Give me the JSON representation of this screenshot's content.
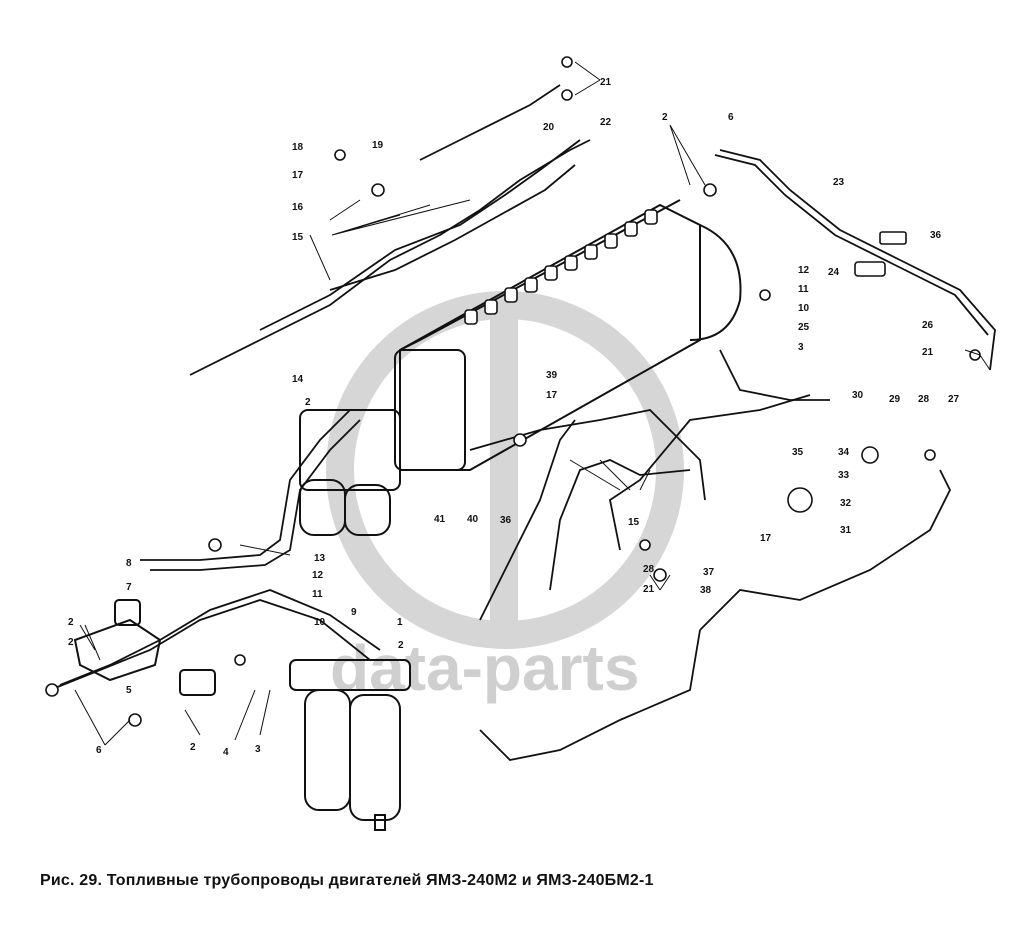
{
  "figure": {
    "caption": "Рис. 29. Топливные трубопроводы двигателей ЯМЗ-240М2 и ЯМЗ-240БМ2-1",
    "watermark": "data-parts"
  },
  "callouts": [
    "1",
    "2",
    "3",
    "4",
    "5",
    "6",
    "7",
    "8",
    "9",
    "10",
    "11",
    "12",
    "13",
    "14",
    "15",
    "16",
    "17",
    "18",
    "19",
    "20",
    "21",
    "22",
    "23",
    "24",
    "25",
    "26",
    "27",
    "28",
    "29",
    "30",
    "31",
    "32",
    "33",
    "34",
    "35",
    "36",
    "37",
    "38",
    "39",
    "40",
    "41"
  ]
}
